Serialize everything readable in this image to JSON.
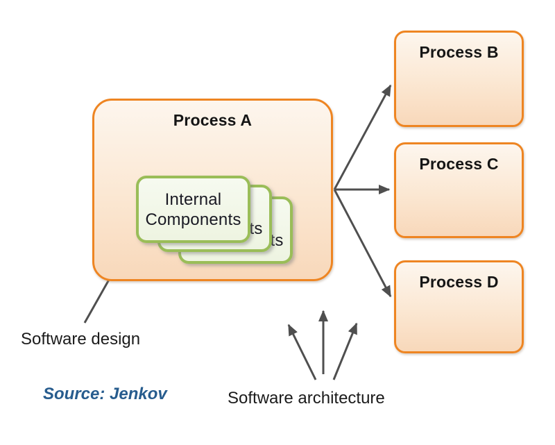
{
  "nodes": {
    "process_a": {
      "label": "Process A"
    },
    "process_b": {
      "label": "Process B"
    },
    "process_c": {
      "label": "Process C"
    },
    "process_d": {
      "label": "Process D"
    }
  },
  "internal_components": {
    "label": "Internal Components",
    "card_count": 3
  },
  "labels": {
    "software_design": "Software design",
    "software_architecture": "Software architecture",
    "source": "Source: Jenkov"
  },
  "arrows": [
    {
      "name": "arrow-a-to-b",
      "from": "process_a",
      "to": "process_b"
    },
    {
      "name": "arrow-a-to-c",
      "from": "process_a",
      "to": "process_c"
    },
    {
      "name": "arrow-a-to-d",
      "from": "process_a",
      "to": "process_d"
    },
    {
      "name": "arrow-software-design",
      "points_at": "process_a"
    },
    {
      "name": "arrow-architecture-left",
      "points_at": "space-between-processes"
    },
    {
      "name": "arrow-architecture-middle",
      "points_at": "space-between-processes"
    },
    {
      "name": "arrow-architecture-right",
      "points_at": "space-between-processes"
    }
  ],
  "colors": {
    "process_border": "#ee8522",
    "process_fill_top": "#fdf6ee",
    "process_fill_bottom": "#f8d8ba",
    "component_border": "#9abd58",
    "component_fill": "#f3f8ea",
    "arrow": "#4f4f4f",
    "text": "#1b1b1b",
    "source_text": "#275c8e"
  }
}
